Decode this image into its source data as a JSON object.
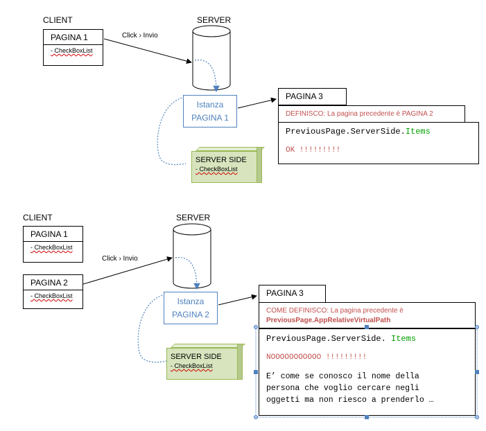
{
  "top": {
    "client_label": "CLIENT",
    "server_label": "SERVER",
    "pagina1": {
      "title": "PAGINA 1",
      "item": "- CheckBoxList"
    },
    "arrow_label": "Click › Invio",
    "istanza": {
      "line1": "Istanza",
      "line2": "PAGINA 1"
    },
    "server_side": {
      "title": "SERVER SIDE",
      "item": "- CheckBoxList"
    },
    "pagina3": {
      "title": "PAGINA 3",
      "definisco": "DEFINISCO:  La pagina precedente  è PAGINA 2",
      "code_a": "PreviousPage.ServerSide.",
      "code_b": "Items",
      "result": "OK !!!!!!!!!"
    }
  },
  "bottom": {
    "client_label": "CLIENT",
    "server_label": "SERVER",
    "pagina1": {
      "title": "PAGINA 1",
      "item": "- CheckBoxList"
    },
    "pagina2": {
      "title": "PAGINA 2",
      "item": "- CheckBoxList"
    },
    "arrow_label": "Click › Invio",
    "istanza": {
      "line1": "Istanza",
      "line2": "PAGINA 2"
    },
    "server_side": {
      "title": "SERVER SIDE",
      "item": "- CheckBoxList"
    },
    "pagina3": {
      "title": "PAGINA 3",
      "definisco_a": "COME DEFINISCO:  La pagina precedente è",
      "definisco_b": "PreviousPage.AppRelativeVirtualPath",
      "code_a": "PreviousPage.ServerSide. ",
      "code_b": "Items",
      "result": "NOOOOOOOOOOO !!!!!!!!!",
      "note_1": "E’ come se conosco il nome della",
      "note_2": "persona che voglio cercare negli",
      "note_3": "oggetti ma non riesco a prenderlo …"
    }
  }
}
